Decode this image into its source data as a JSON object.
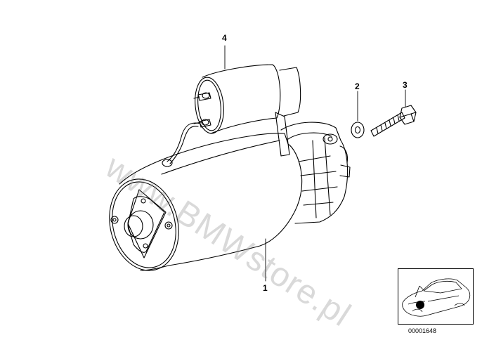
{
  "callouts": {
    "part1": "1",
    "part2": "2",
    "part3": "3",
    "part4": "4"
  },
  "watermark": "www.BMWstore.pl",
  "thumbnail": {
    "code": "00001648"
  }
}
